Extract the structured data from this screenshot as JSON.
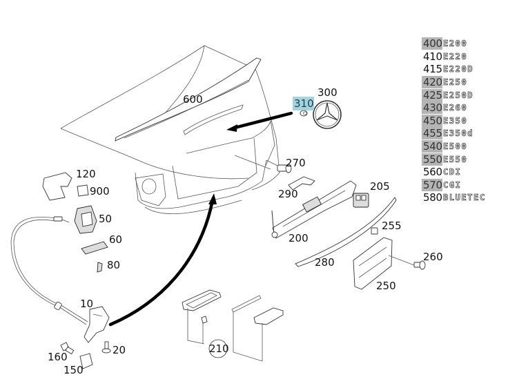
{
  "diagram": {
    "title": "Trunk lid parts diagram",
    "callouts": {
      "c600": "600",
      "c300": "300",
      "c310": "310",
      "c270": "270",
      "c290": "290",
      "c205": "205",
      "c200": "200",
      "c255": "255",
      "c280": "280",
      "c260": "260",
      "c250": "250",
      "c210": "210",
      "c120": "120",
      "c900": "900",
      "c50": "50",
      "c60": "60",
      "c80": "80",
      "c10": "10",
      "c20": "20",
      "c160": "160",
      "c150": "150"
    },
    "highlight_color": "#a4d3df",
    "legend_highlight_color": "#b4b4b4"
  },
  "legend": {
    "rows": [
      {
        "num": "400",
        "badge": "E200",
        "highlighted": true
      },
      {
        "num": "410",
        "badge": "E220",
        "highlighted": false
      },
      {
        "num": "415",
        "badge": "E220D",
        "highlighted": false
      },
      {
        "num": "420",
        "badge": "E250",
        "highlighted": true
      },
      {
        "num": "425",
        "badge": "E250D",
        "highlighted": true
      },
      {
        "num": "430",
        "badge": "E260",
        "highlighted": true
      },
      {
        "num": "450",
        "badge": "E350",
        "highlighted": true
      },
      {
        "num": "455",
        "badge": "E350d",
        "highlighted": true
      },
      {
        "num": "540",
        "badge": "E500",
        "highlighted": true
      },
      {
        "num": "550",
        "badge": "E550",
        "highlighted": true
      },
      {
        "num": "560",
        "badge": "CDI",
        "highlighted": false
      },
      {
        "num": "570",
        "badge": "CGI",
        "highlighted": true
      },
      {
        "num": "580",
        "badge": "BLUETEC",
        "highlighted": false
      }
    ]
  }
}
